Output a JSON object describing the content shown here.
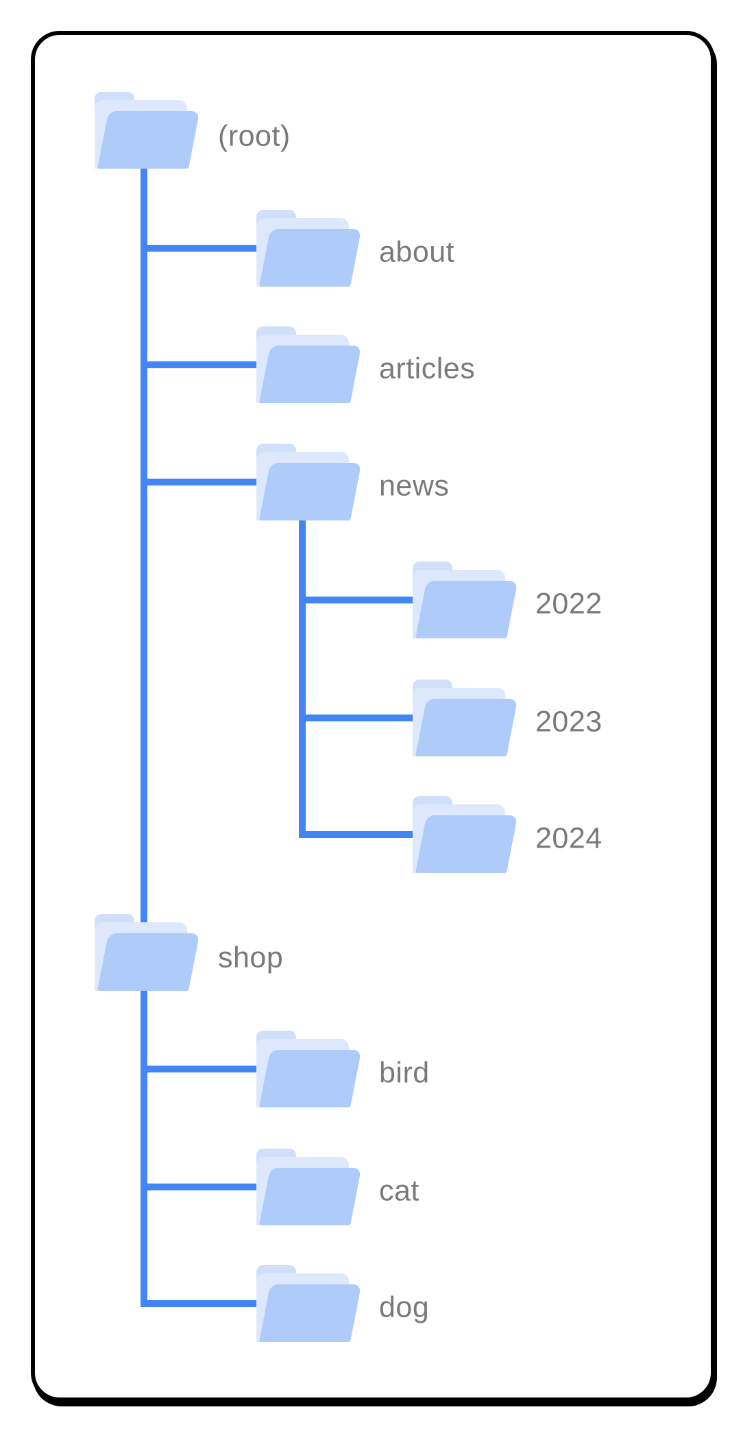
{
  "diagram": {
    "type": "folder-tree",
    "nodes": [
      {
        "id": "root",
        "label": "(root)",
        "depth": 0
      },
      {
        "id": "about",
        "label": "about",
        "depth": 1
      },
      {
        "id": "articles",
        "label": "articles",
        "depth": 1
      },
      {
        "id": "news",
        "label": "news",
        "depth": 1
      },
      {
        "id": "y2022",
        "label": "2022",
        "depth": 2
      },
      {
        "id": "y2023",
        "label": "2023",
        "depth": 2
      },
      {
        "id": "y2024",
        "label": "2024",
        "depth": 2
      },
      {
        "id": "shop",
        "label": "shop",
        "depth": 1
      },
      {
        "id": "bird",
        "label": "bird",
        "depth": 2
      },
      {
        "id": "cat",
        "label": "cat",
        "depth": 2
      },
      {
        "id": "dog",
        "label": "dog",
        "depth": 2
      }
    ],
    "hierarchy": {
      "(root)": [
        "about",
        "articles",
        "news",
        "shop"
      ],
      "news": [
        "2022",
        "2023",
        "2024"
      ],
      "shop": [
        "bird",
        "cat",
        "dog"
      ]
    },
    "icons": {
      "node_icon": "folder-icon"
    },
    "colors": {
      "connector": "#4285f4",
      "folder_front": "#aecbfa",
      "folder_back_sheet": "#dee8fc",
      "folder_tab": "#d1e0fa",
      "label_text": "#7a7a7a",
      "card_border": "#000000",
      "background": "#ffffff"
    }
  }
}
